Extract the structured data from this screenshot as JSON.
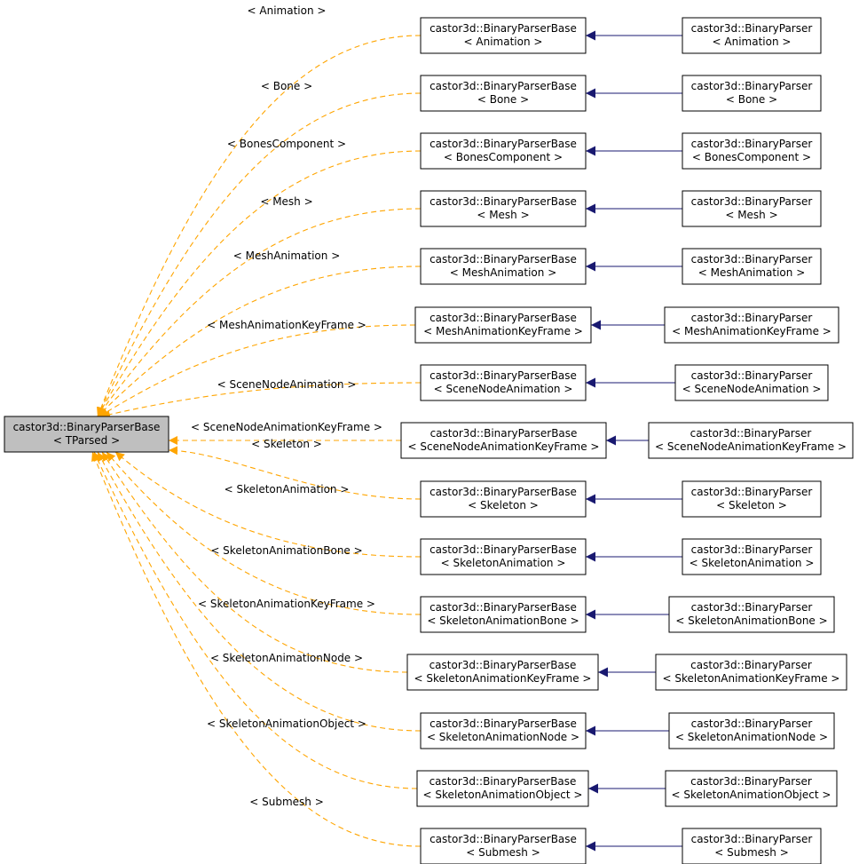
{
  "colors": {
    "template_edge": "#ffa500",
    "inherit_edge": "#191970",
    "root_fill": "#bfbfbf"
  },
  "root": {
    "line1": "castor3d::BinaryParserBase",
    "line2": "< TParsed >"
  },
  "rows": [
    {
      "label": "< Animation >",
      "base1": "castor3d::BinaryParserBase",
      "base2": "< Animation >",
      "der1": "castor3d::BinaryParser",
      "der2": "< Animation >"
    },
    {
      "label": "< Bone >",
      "base1": "castor3d::BinaryParserBase",
      "base2": "< Bone >",
      "der1": "castor3d::BinaryParser",
      "der2": "< Bone >"
    },
    {
      "label": "< BonesComponent >",
      "base1": "castor3d::BinaryParserBase",
      "base2": "< BonesComponent >",
      "der1": "castor3d::BinaryParser",
      "der2": "< BonesComponent >"
    },
    {
      "label": "< Mesh >",
      "base1": "castor3d::BinaryParserBase",
      "base2": "< Mesh >",
      "der1": "castor3d::BinaryParser",
      "der2": "< Mesh >"
    },
    {
      "label": "< MeshAnimation >",
      "base1": "castor3d::BinaryParserBase",
      "base2": "< MeshAnimation >",
      "der1": "castor3d::BinaryParser",
      "der2": "< MeshAnimation >"
    },
    {
      "label": "< MeshAnimationKeyFrame >",
      "base1": "castor3d::BinaryParserBase",
      "base2": "< MeshAnimationKeyFrame >",
      "der1": "castor3d::BinaryParser",
      "der2": "< MeshAnimationKeyFrame >"
    },
    {
      "label": "< SceneNodeAnimation >",
      "base1": "castor3d::BinaryParserBase",
      "base2": "< SceneNodeAnimation >",
      "der1": "castor3d::BinaryParser",
      "der2": "< SceneNodeAnimation >"
    },
    {
      "label": "< SceneNodeAnimationKeyFrame >",
      "base1": "castor3d::BinaryParserBase",
      "base2": "< SceneNodeAnimationKeyFrame >",
      "der1": "castor3d::BinaryParser",
      "der2": "< SceneNodeAnimationKeyFrame >"
    },
    {
      "label": "< Skeleton >",
      "base1": "castor3d::BinaryParserBase",
      "base2": "< Skeleton >",
      "der1": "castor3d::BinaryParser",
      "der2": "< Skeleton >"
    },
    {
      "label": "< SkeletonAnimation >",
      "base1": "castor3d::BinaryParserBase",
      "base2": "< SkeletonAnimation >",
      "der1": "castor3d::BinaryParser",
      "der2": "< SkeletonAnimation >"
    },
    {
      "label": "< SkeletonAnimationBone >",
      "base1": "castor3d::BinaryParserBase",
      "base2": "< SkeletonAnimationBone >",
      "der1": "castor3d::BinaryParser",
      "der2": "< SkeletonAnimationBone >"
    },
    {
      "label": "< SkeletonAnimationKeyFrame >",
      "base1": "castor3d::BinaryParserBase",
      "base2": "< SkeletonAnimationKeyFrame >",
      "der1": "castor3d::BinaryParser",
      "der2": "< SkeletonAnimationKeyFrame >"
    },
    {
      "label": "< SkeletonAnimationNode >",
      "base1": "castor3d::BinaryParserBase",
      "base2": "< SkeletonAnimationNode >",
      "der1": "castor3d::BinaryParser",
      "der2": "< SkeletonAnimationNode >"
    },
    {
      "label": "< SkeletonAnimationObject >",
      "base1": "castor3d::BinaryParserBase",
      "base2": "< SkeletonAnimationObject >",
      "der1": "castor3d::BinaryParser",
      "der2": "< SkeletonAnimationObject >"
    },
    {
      "label": "< Submesh >",
      "base1": "castor3d::BinaryParserBase",
      "base2": "< Submesh >",
      "der1": "castor3d::BinaryParser",
      "der2": "< Submesh >"
    }
  ]
}
